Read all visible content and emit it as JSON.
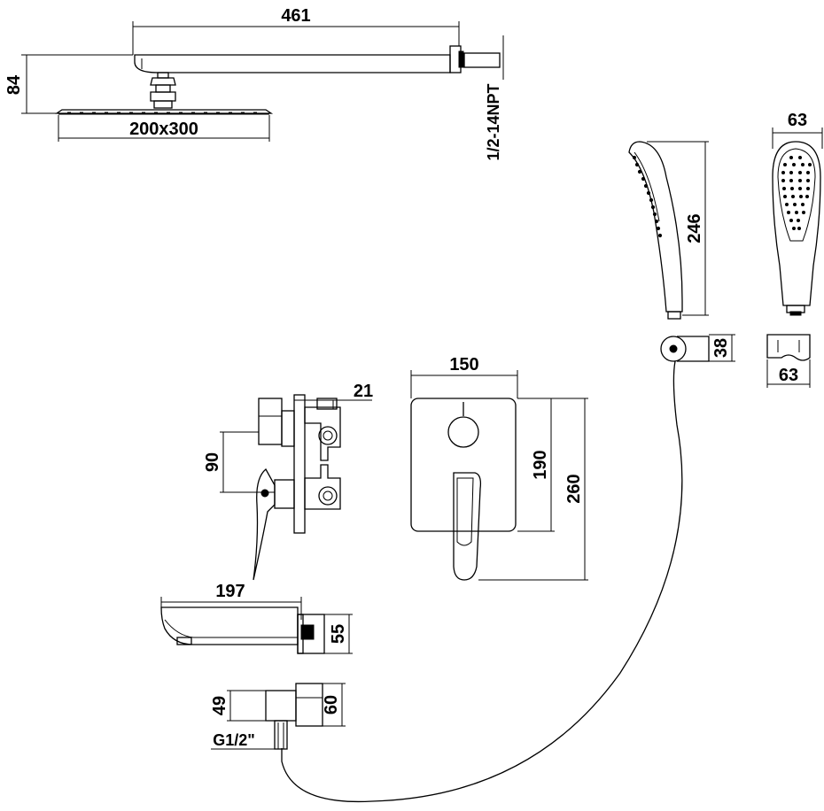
{
  "labels": {
    "arm_length": "461",
    "head_height": "84",
    "head_size": "200x300",
    "thread_npt": "1/2-14NPT",
    "hand_width": "63",
    "hand_length": "246",
    "holder_height": "38",
    "holder_width": "63",
    "plate_width": "150",
    "plate_inner_height": "190",
    "plate_height": "260",
    "body_depth": "21",
    "body_spacing": "90",
    "spout_length": "197",
    "spout_height": "55",
    "outlet_height_small": "49",
    "outlet_height": "60",
    "outlet_thread": "G1/2\""
  }
}
